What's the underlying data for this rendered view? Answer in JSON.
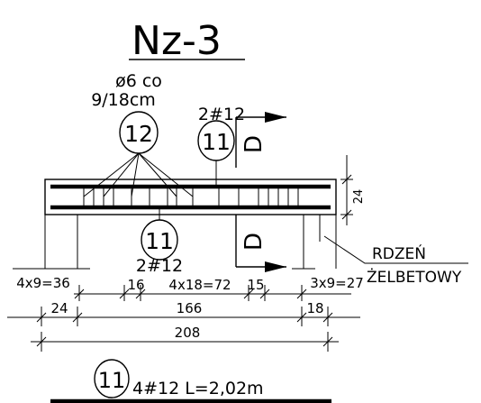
{
  "drawing": {
    "title": "Nz-3",
    "stirrup_spec_line1": "ø6  co",
    "stirrup_spec_line2": "9/18cm",
    "stirrup_mark": "12",
    "top_bar_mark": "11",
    "top_bar_count": "2#12",
    "bottom_bar_mark": "11",
    "bottom_bar_count": "2#12",
    "section_label_top": "D",
    "section_label_bottom": "D",
    "height_dim": "24",
    "core_label_line1": "RDZEŃ",
    "core_label_line2": "ŻELBETOWY",
    "dim_left_spacing": "4x9=36",
    "dim_16": "16",
    "dim_mid_spacing": "4x18=72",
    "dim_15": "15",
    "dim_right_spacing": "3x9=27",
    "dim_24": "24",
    "dim_166": "166",
    "dim_18": "18",
    "dim_208": "208",
    "bar_schedule_mark": "11",
    "bar_schedule_text": "4#12  L=2,02m"
  }
}
